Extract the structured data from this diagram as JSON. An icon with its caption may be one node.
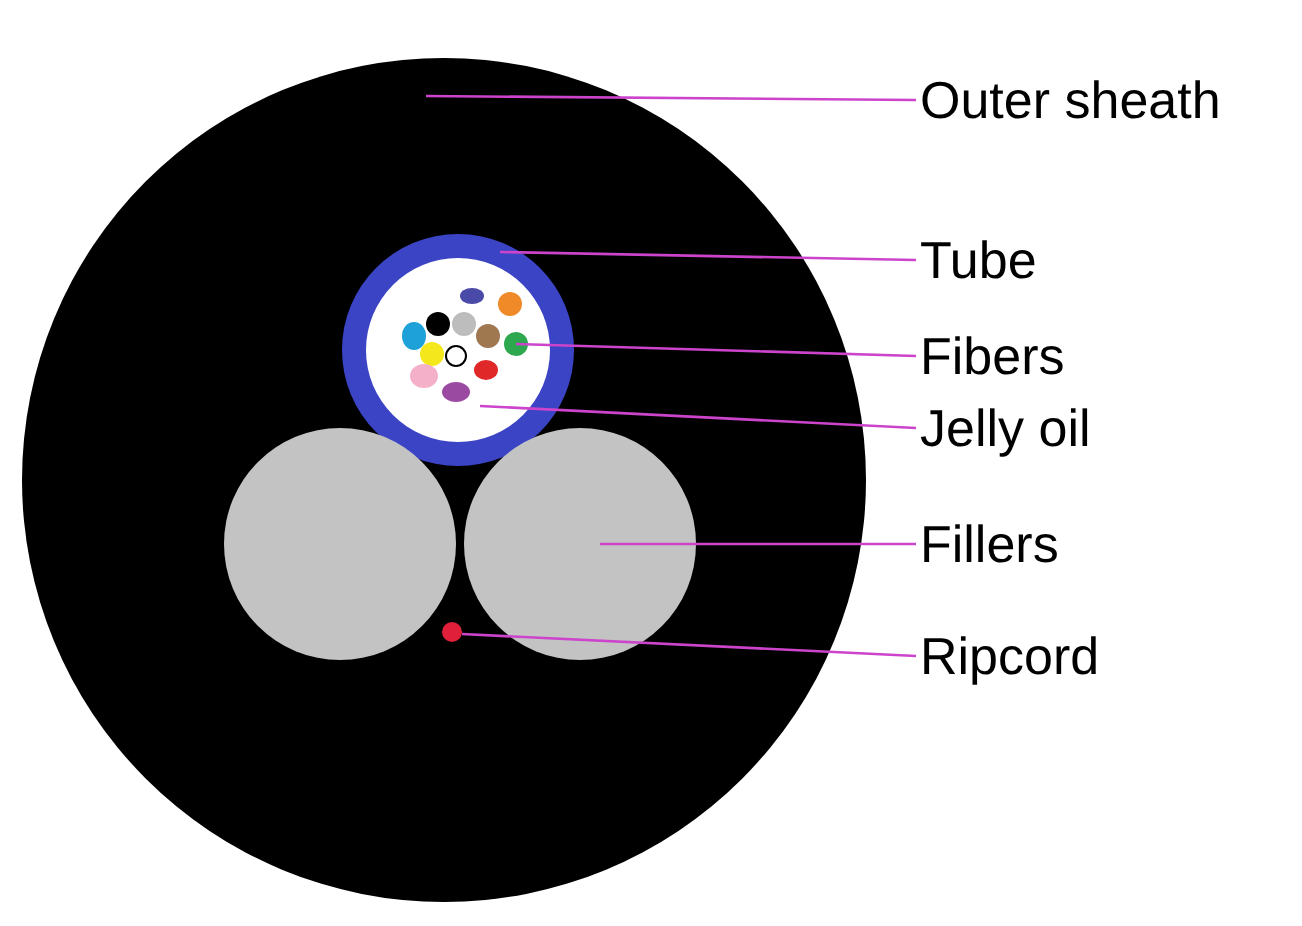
{
  "diagram": {
    "nodes": [
      {
        "text": [],
        "shape": "circle"
      },
      {
        "text": [],
        "shape": "circle",
        "in": 0
      },
      {
        "text": [],
        "shape": "circle",
        "in": 1
      },
      {
        "text": [],
        "shape": "circle",
        "in": 2
      },
      {
        "text": [],
        "shape": "circle",
        "in": 0
      },
      {
        "text": [],
        "shape": "circle",
        "in": 0
      },
      {
        "text": [],
        "shape": "circle",
        "in": 0
      },
      {
        "text": [
          "Outer sheath"
        ]
      },
      {
        "text": [
          "Tube"
        ]
      },
      {
        "text": [
          "Fibers"
        ]
      },
      {
        "text": [
          "Jelly oil"
        ]
      },
      {
        "text": [
          "Fillers"
        ]
      },
      {
        "text": [
          "Ripcord"
        ]
      }
    ],
    "edges": [
      {
        "from": 7,
        "to": 0,
        "arrow": "none"
      },
      {
        "from": 8,
        "to": 1,
        "arrow": "none"
      },
      {
        "from": 9,
        "to": 3,
        "arrow": "none"
      },
      {
        "from": 10,
        "to": 2,
        "arrow": "none"
      },
      {
        "from": 11,
        "to": 5,
        "arrow": "none"
      },
      {
        "from": 12,
        "to": 6,
        "arrow": "none"
      }
    ]
  }
}
